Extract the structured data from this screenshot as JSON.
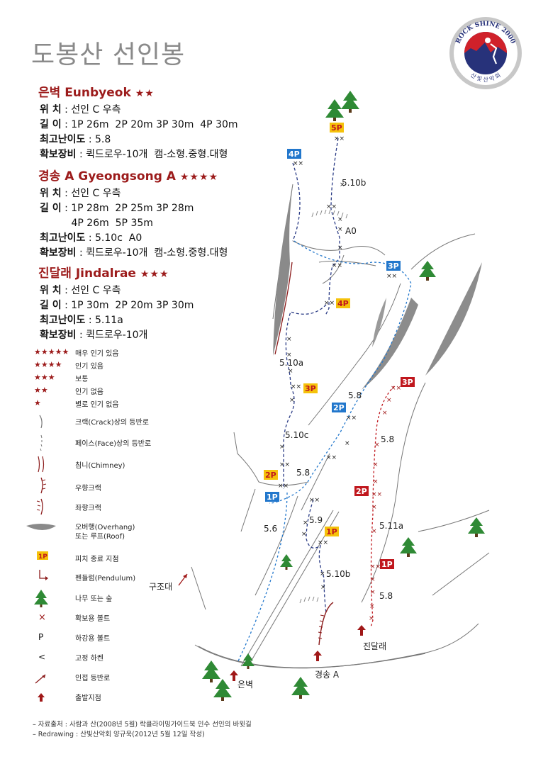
{
  "page_title": "도봉산 선인봉",
  "logo": {
    "text_top": "ROCK SHINE 2000",
    "text_bottom": "산 빛 산 악 회"
  },
  "routes": [
    {
      "name": "은벽 Eunbyeok",
      "stars": "★★",
      "lines": [
        {
          "label": "위 치",
          "value": " : 선인 C 우측"
        },
        {
          "label": "길 이",
          "value": " : 1P 26m  2P 20m 3P 30m  4P 30m"
        },
        {
          "label": "최고난이도",
          "value": " : 5.8"
        },
        {
          "label": "확보장비",
          "value": " : 퀵드로우-10개  캠-소형.중형.대형"
        }
      ]
    },
    {
      "name": "경송 A Gyeongsong A",
      "stars": "★★★★",
      "lines": [
        {
          "label": "위 치",
          "value": " : 선인 C 우측"
        },
        {
          "label": "길 이",
          "value": " : 1P 28m  2P 25m 3P 28m"
        },
        {
          "label": "",
          "value": "          4P 26m  5P 35m"
        },
        {
          "label": "최고난이도",
          "value": " : 5.10c  A0"
        },
        {
          "label": "확보장비",
          "value": " : 퀵드로우-10개  캠-소형.중형.대형"
        }
      ]
    },
    {
      "name": "진달래 Jindalrae",
      "stars": "★★★",
      "lines": [
        {
          "label": "위 치",
          "value": " : 선인 C 우측"
        },
        {
          "label": "길 이",
          "value": " : 1P 30m  2P 20m 3P 30m"
        },
        {
          "label": "최고난이도",
          "value": " : 5.11a"
        },
        {
          "label": "확보장비",
          "value": " : 퀵드로우-10개"
        }
      ]
    }
  ],
  "legend": [
    {
      "symbol": "★★★★★",
      "icon": "five-stars",
      "text": "매우 인기 있음"
    },
    {
      "symbol": "★★★★",
      "icon": "four-stars",
      "text": "인기 있음"
    },
    {
      "symbol": "★★★",
      "icon": "three-stars",
      "text": "보통"
    },
    {
      "symbol": "★★",
      "icon": "two-stars",
      "text": "인기 없음"
    },
    {
      "symbol": "★",
      "icon": "one-star",
      "text": "별로 인기 없음"
    },
    {
      "symbol": "",
      "icon": "crack-line",
      "text": "크랙(Crack)상의 등반로"
    },
    {
      "symbol": "",
      "icon": "face-dots",
      "text": "페이스(Face)상의 등반로"
    },
    {
      "symbol": "",
      "icon": "chimney",
      "text": "침니(Chimney)"
    },
    {
      "symbol": "",
      "icon": "right-crack",
      "text": "우향크랙"
    },
    {
      "symbol": "",
      "icon": "left-crack",
      "text": "좌향크랙"
    },
    {
      "symbol": "",
      "icon": "overhang",
      "text": "오버행(Overhang)"
    },
    {
      "symbol": "",
      "icon": "roof",
      "text": "또는 루프(Roof)"
    },
    {
      "symbol": "1P",
      "icon": "pitch-end",
      "text": "피치 종료 지점"
    },
    {
      "symbol": "",
      "icon": "pendulum",
      "text": "펜듈럼(Pendulum)"
    },
    {
      "symbol": "",
      "icon": "tree",
      "text": "나무 또는 숲"
    },
    {
      "symbol": "×",
      "icon": "bolt",
      "text": "확보용 볼트"
    },
    {
      "symbol": "P",
      "icon": "rappel-bolt",
      "text": "하강용 볼트"
    },
    {
      "symbol": "<",
      "icon": "piton",
      "text": "고정 하켄"
    },
    {
      "symbol": "",
      "icon": "adjacent-route",
      "text": "인접 등반로"
    },
    {
      "symbol": "",
      "icon": "start-arrow",
      "text": "출발지점"
    }
  ],
  "map_labels": {
    "g5p": "5P",
    "g4p": "4P",
    "e4p": "4P",
    "e3p": "3P",
    "e2p": "2P",
    "e1p": "1P",
    "g3p": "3P",
    "g2p": "2P",
    "g1p": "1P",
    "j3p": "3P",
    "j2p": "2P",
    "j1p": "1P",
    "g_510b_top": "5.10b",
    "g_a0": "A0",
    "g_510a": "5.10a",
    "g_510c": "5.10c",
    "e_58a": "5.8",
    "e_58b": "5.8",
    "e_56": "5.6",
    "g_59": "5.9",
    "g_510b_low": "5.10b",
    "j_58a": "5.8",
    "j_511a": "5.11a",
    "j_58b": "5.8",
    "start_eun": "은벽",
    "start_gyeong": "경송 A",
    "start_jin": "진달래",
    "gujodae": "구조대"
  },
  "footer": {
    "line1": "– 자료출처 : 사람과 산(2008년 5월) 락클라이밍가이드북 인수 선인의 바윗길",
    "line2": "– Redrawing : 산빛산악회 양규욱(2012년 5월 12일 작성)"
  },
  "colors": {
    "accent": "#9c1b1b",
    "blue": "#2277cc",
    "yellow": "#f5c20b",
    "red_box": "#c0171d",
    "tree": "#2f8a35"
  }
}
